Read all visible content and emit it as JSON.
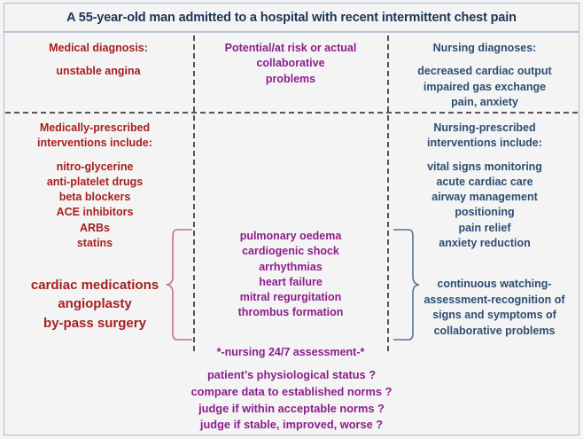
{
  "header": {
    "title": "A 55-year-old man admitted to a hospital with recent intermittent chest pain"
  },
  "colors": {
    "medical": "#a61f1f",
    "collaborative": "#8c1d8c",
    "nursing": "#2d4d72",
    "header_text": "#1b3555",
    "background": "#f4f4f4",
    "frame": "#aebcd0",
    "divider": "#555555"
  },
  "columns": {
    "medical_diagnosis": {
      "heading": "Medical diagnosis:",
      "items": [
        "unstable angina"
      ]
    },
    "collaborative_problems": {
      "heading_lines": [
        "Potential/at risk or actual",
        "collaborative",
        "problems"
      ]
    },
    "nursing_diagnoses": {
      "heading": "Nursing diagnoses:",
      "items": [
        "decreased cardiac output",
        "impaired gas exchange",
        "pain, anxiety"
      ]
    },
    "medical_interventions": {
      "heading_lines": [
        "Medically-prescribed",
        "interventions include:"
      ],
      "items": [
        "nitro-glycerine",
        "anti-platelet drugs",
        "beta blockers",
        "ACE inhibitors",
        "ARBs",
        "statins"
      ],
      "emphasized": [
        "cardiac medications",
        "angioplasty",
        "by-pass surgery"
      ]
    },
    "collaborative_list": {
      "items": [
        "pulmonary  oedema",
        "cardiogenic shock",
        "arrhythmias",
        "heart failure",
        "mitral  regurgitation",
        "thrombus  formation"
      ]
    },
    "nursing_interventions": {
      "heading_lines": [
        "Nursing-prescribed",
        "interventions include:"
      ],
      "items": [
        "vital signs monitoring",
        "acute cardiac care",
        "airway management",
        "positioning",
        "pain relief",
        "anxiety reduction"
      ],
      "continuous_lines": [
        "continuous  watching-",
        "assessment-recognition  of",
        "signs and symptoms  of",
        "collaborative  problems"
      ]
    }
  },
  "assessment": {
    "title": "*-nursing  24/7 assessment-*",
    "questions": [
      "patient’s  physiological  status ?",
      "compare  data to established  norms ?",
      "judge if within acceptable norms ?",
      "judge if stable, improved, worse ?"
    ]
  }
}
